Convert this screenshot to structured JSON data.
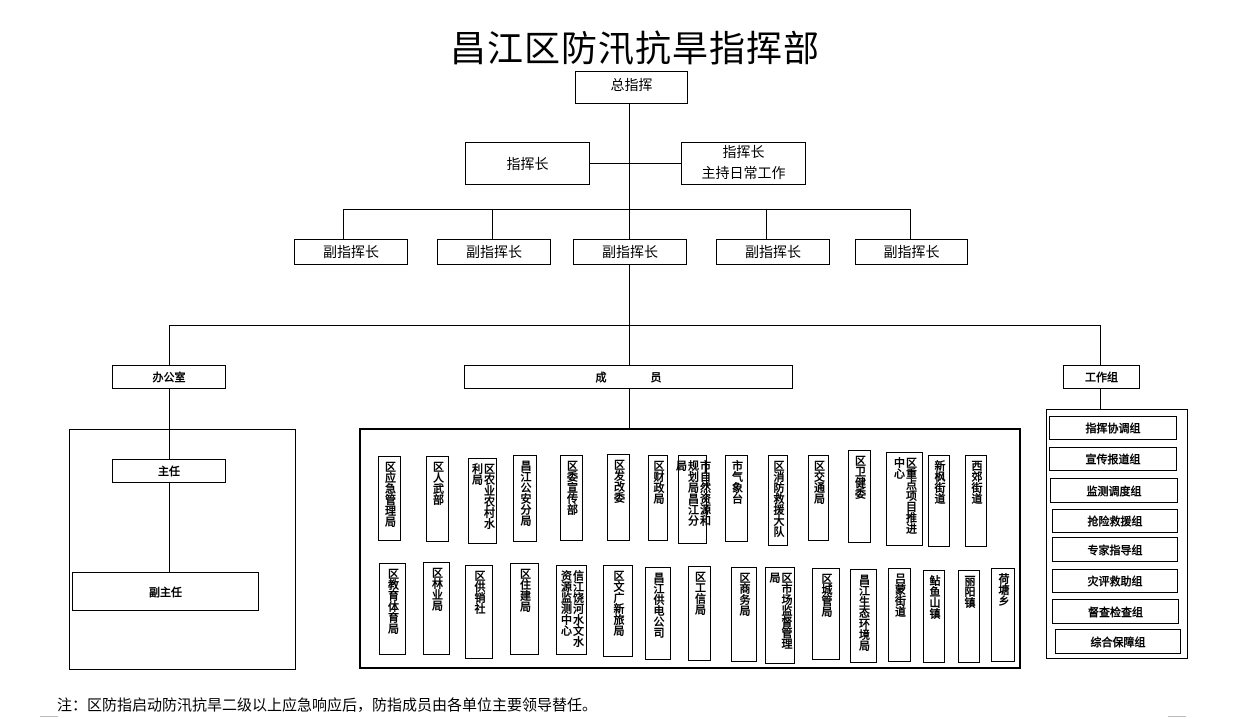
{
  "title": "昌江区防汛抗旱指挥部",
  "commander": "总指挥",
  "deputy_chief_left": "指挥长",
  "deputy_chief_right_line1": "指挥长",
  "deputy_chief_right_line2": "主持日常工作",
  "vice_commanders": [
    "副指挥长",
    "副指挥长",
    "副指挥长",
    "副指挥长",
    "副指挥长"
  ],
  "office": {
    "label": "办公室",
    "director": "主任",
    "deputy_director": "副主任"
  },
  "members": {
    "label": "成　　　　员",
    "row1": [
      "区应急管理局",
      "区人武部",
      "区农业农村水利局",
      "昌江公安分局",
      "区委宣传部",
      "区发改委",
      "区财政局",
      "市自然资源和规划局昌江分局",
      "市气象台",
      "区消防救援大队",
      "区交通局",
      "区卫健委",
      "区重点项目推进中心",
      "新枫街道",
      "西郊街道"
    ],
    "row2": [
      "区教育体育局",
      "区林业局",
      "区供销社",
      "区住建局",
      "信江饶河水文水资源监测中心",
      "区文广新旅局",
      "昌江供电公司",
      "区工信局",
      "区商务局",
      "区市场监督管理局",
      "区城管局",
      "昌江生态环境局",
      "吕蒙街道",
      "鲇鱼山镇",
      "丽阳镇",
      "荷塘乡"
    ]
  },
  "working_groups": {
    "label": "工作组",
    "items": [
      "指挥协调组",
      "宣传报道组",
      "监测调度组",
      "抢险救援组",
      "专家指导组",
      "灾评救助组",
      "督查检查组",
      "综合保障组"
    ]
  },
  "note": "注：区防指启动防汛抗旱二级以上应急响应后，防指成员由各单位主要领导替任。"
}
